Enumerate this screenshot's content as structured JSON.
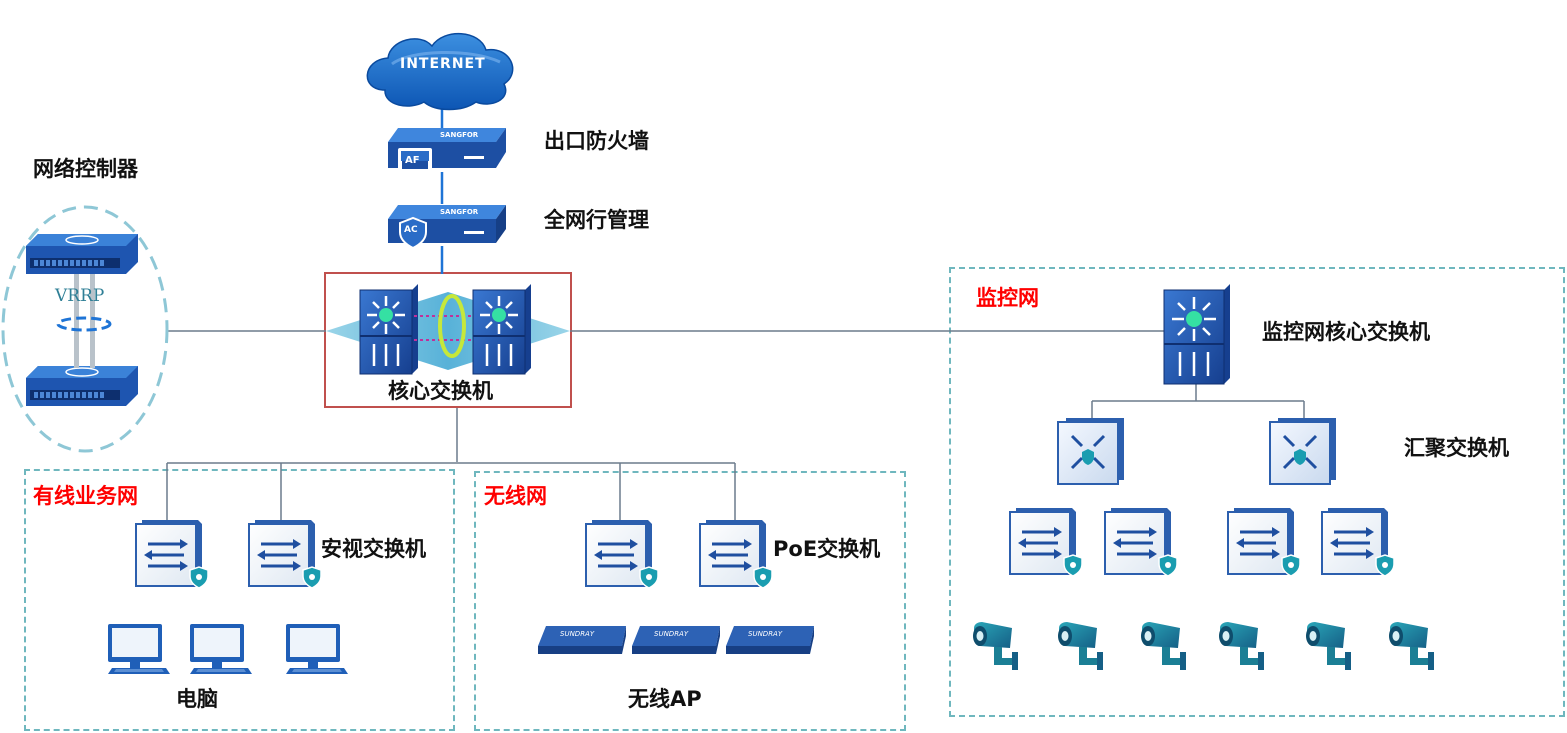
{
  "internet": {
    "label": "INTERNET"
  },
  "devices": {
    "firewall": {
      "label": "出口防火墙",
      "badge": "AF",
      "brand": "SANGFOR"
    },
    "ac": {
      "label": "全网行管理",
      "badge": "AC",
      "brand": "SANGFOR"
    },
    "controller": {
      "label": "网络控制器",
      "protocol": "VRRP"
    },
    "core": {
      "label": "核心交换机"
    }
  },
  "zones": {
    "wired": {
      "title": "有线业务网",
      "switch_label": "安视交换机",
      "endpoint_label": "电脑"
    },
    "wireless": {
      "title": "无线网",
      "switch_label": "PoE交换机",
      "endpoint_label": "无线AP",
      "ap_brand": "SUNDRAY"
    },
    "monitor": {
      "title": "监控网",
      "core_label": "监控网核心交换机",
      "agg_label": "汇聚交换机"
    }
  },
  "colors": {
    "link_blue": "#1e74d6",
    "link_gray": "#6b7b8c",
    "zone_border": "#6fb7be",
    "zone_title": "#ff0000",
    "device_blue": "#1f4fa0",
    "core_box": "#c0504d",
    "camera_teal": "#1b7f95"
  }
}
